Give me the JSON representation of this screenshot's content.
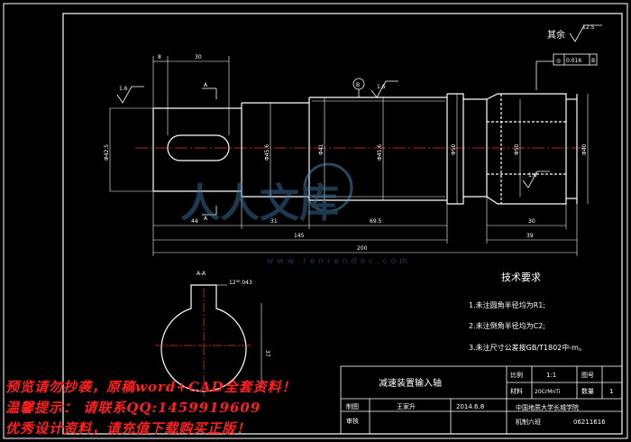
{
  "drawing": {
    "surface_mark_top": "12.5",
    "surface_mark_general": "其余",
    "datum_label": "B",
    "tolerance_frame": {
      "symbol": "◎",
      "value": "0.016",
      "datum": "B"
    },
    "roughness_marks": [
      "1.6",
      "1.6",
      "1.6"
    ],
    "section_labels": {
      "top": "A",
      "bottom": "A",
      "view": "A-A"
    },
    "keyway_note": "12³⁰.043",
    "dims": {
      "d_left": "8",
      "d_key": "30",
      "d_44": "44",
      "d_31": "31",
      "d_69": "69.5",
      "d_145": "145",
      "d_200": "200",
      "d_30b": "30",
      "d_39": "39",
      "dia_1": "Φ42.5",
      "dia_2": "Φ45.6",
      "dia_3": "Φ41",
      "dia_4": "Φ45.6",
      "dia_5": "Φ50",
      "dia_6": "Φ50",
      "dia_7": "Φ40",
      "dia_8": "37"
    }
  },
  "tech_req": {
    "title": "技术要求",
    "items": [
      "1.未注圆角半径均为R1;",
      "2.未注倒角半径均为C2;",
      "3.未注尺寸公差按GB/T1802中-m。"
    ]
  },
  "title_block": {
    "part_name": "减速装置输入轴",
    "scale_label": "比例",
    "scale_value": "1:1",
    "drawing_no_label": "图号",
    "material_label": "材料",
    "material_value": "20CrMnTi",
    "qty_label": "数量",
    "qty_value": "1",
    "drawn_label": "制图",
    "drawn_value": "王家升",
    "date_value": "2014.6.8",
    "check_label": "审核",
    "school": "中国地质大学长城学院",
    "class_label": "机制六班",
    "student_no": "06211616"
  },
  "watermark": {
    "line1": "预览请勿抄袭，原稿word+CAD全套资料！",
    "line2": "温馨提示： 请联系QQ:1459919609",
    "line3": "优秀设计资料，请充值下载购买正版！",
    "logo_text": "人人文库",
    "url": "www.renrendoc.com"
  }
}
